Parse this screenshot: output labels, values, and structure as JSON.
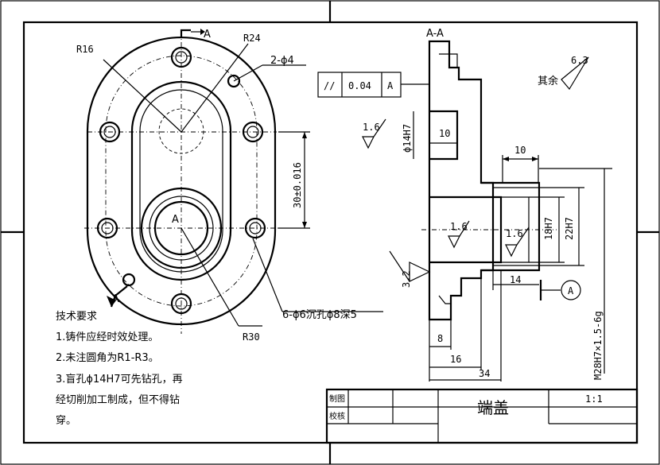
{
  "labels": {
    "r16": "R16",
    "r24": "R24",
    "two_phi4": "2-ϕ4",
    "section_a_top": "A",
    "section_a_bottom": "A",
    "center_a": "A",
    "dim_30": "30±0.016",
    "six_holes": "6-ϕ6沉孔ϕ8深5",
    "r30": "R30",
    "section_title": "A-A",
    "phi14h7": "ϕ14H7",
    "dim_10_hole": "10",
    "dim_10_top": "10",
    "dim_18h7": "18H7",
    "dim_22h7": "22H7",
    "dim_14": "14",
    "dim_8": "8",
    "dim_16": "16",
    "dim_34": "34",
    "thread": "M28H7×1.5-6g",
    "datum_a": "A"
  },
  "tolerance_frame": {
    "symbol": "//",
    "value": "0.04",
    "datum": "A"
  },
  "roughness": {
    "r1": "1.6",
    "r2": "1.6",
    "r3": "1.6",
    "r4": "3.2",
    "rest_label": "其余",
    "rest_value": "6.3"
  },
  "notes": {
    "title": "技术要求",
    "line1": "1.铸件应经时效处理。",
    "line2": "2.未注圆角为R1-R3。",
    "line3a": "3.盲孔ϕ14H7可先钻孔，再",
    "line3b": "经切削加工制成，但不得钻",
    "line3c": "穿。"
  },
  "title_block": {
    "drawn_by": "制图",
    "checked_by": "校核",
    "part_name": "端盖",
    "scale": "1:1"
  }
}
